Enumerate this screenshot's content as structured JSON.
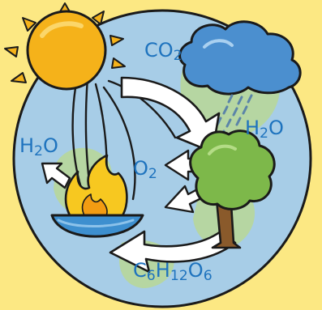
{
  "colors": {
    "background": "#fce883",
    "globe_ocean": "#a7cde7",
    "globe_land": "#b6d6a2",
    "sun": "#f5b21a",
    "cloud": "#4b8fcf",
    "rain": "#5b84a8",
    "tree_leaves": "#7db84a",
    "tree_trunk": "#8a5a2b",
    "flame": "#f7c820",
    "bowl": "#3d8fcf",
    "arrow_fill": "#ffffff",
    "outline": "#1a1a1a",
    "label_text": "#1e73be"
  },
  "icons": {
    "sun": "sun-icon",
    "cloud": "rain-cloud-icon",
    "tree": "tree-icon",
    "fire": "fire-icon",
    "globe": "globe-icon"
  },
  "labels": {
    "co2": {
      "main": "CO",
      "sub": "2"
    },
    "h2o_right": {
      "a": "H",
      "sub": "2",
      "b": "O"
    },
    "h2o_left": {
      "a": "H",
      "sub": "2",
      "b": "O"
    },
    "o2": {
      "main": "O",
      "sub": "2"
    },
    "glucose": {
      "c": "C",
      "c_sub": "6",
      "h": "H",
      "h_sub": "12",
      "o": "O",
      "o_sub": "6"
    }
  }
}
